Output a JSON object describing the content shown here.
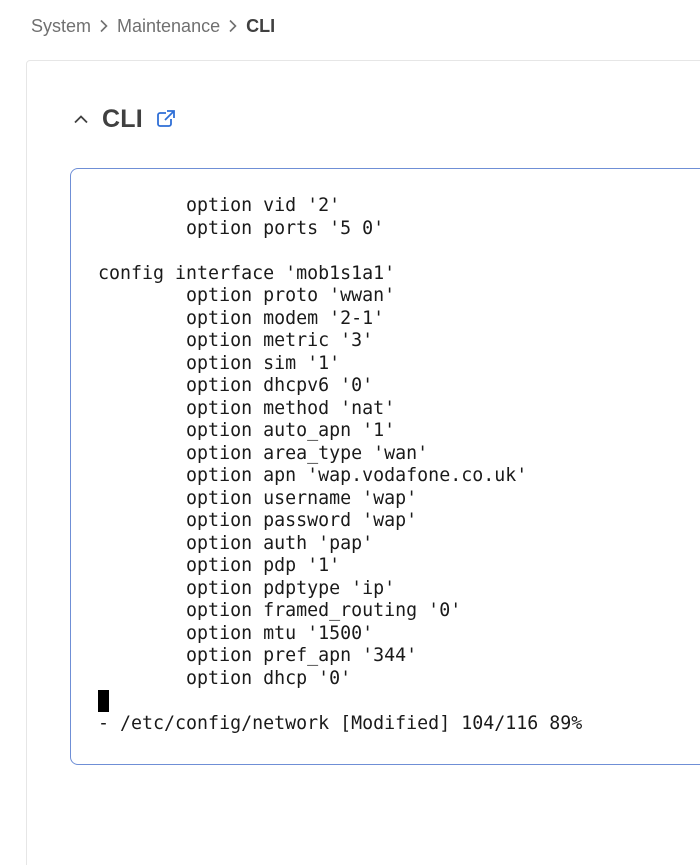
{
  "breadcrumb": {
    "items": [
      "System",
      "Maintenance",
      "CLI"
    ]
  },
  "section": {
    "title": "CLI",
    "collapse_icon": "chevron-up-icon",
    "external_icon": "external-link-icon"
  },
  "terminal": {
    "lines": [
      "        option vid '2'",
      "        option ports '5 0'",
      "",
      "config interface 'mob1s1a1'",
      "        option proto 'wwan'",
      "        option modem '2-1'",
      "        option metric '3'",
      "        option sim '1'",
      "        option dhcpv6 '0'",
      "        option method 'nat'",
      "        option auto_apn '1'",
      "        option area_type 'wan'",
      "        option apn 'wap.vodafone.co.uk'",
      "        option username 'wap'",
      "        option password 'wap'",
      "        option auth 'pap'",
      "        option pdp '1'",
      "        option pdptype 'ip'",
      "        option framed_routing '0'",
      "        option mtu '1500'",
      "        option pref_apn '344'",
      "        option dhcp '0'"
    ],
    "status": "- /etc/config/network [Modified] 104/116 89%"
  },
  "colors": {
    "terminal_border": "#6f8fd6",
    "card_border": "#e6e6e6",
    "text": "#404040"
  }
}
